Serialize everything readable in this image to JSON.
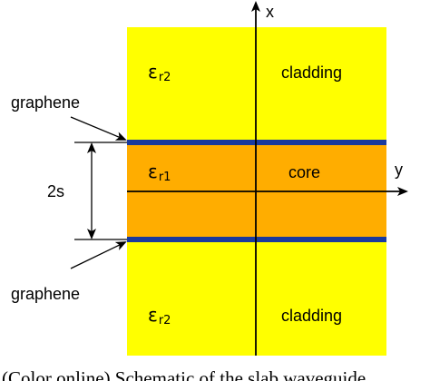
{
  "diagram": {
    "top_region": {
      "permittivity_symbol": "ε",
      "permittivity_subscript": "r2",
      "label": "cladding"
    },
    "middle_region": {
      "permittivity_symbol": "ε",
      "permittivity_subscript": "r1",
      "label": "core"
    },
    "bottom_region": {
      "permittivity_symbol": "ε",
      "permittivity_subscript": "r2",
      "label": "cladding"
    },
    "upper_sheet_label": "graphene",
    "lower_sheet_label": "graphene",
    "thickness_label": "2s",
    "x_axis_label": "x",
    "y_axis_label": "y"
  },
  "caption": "(Color online) Schematic of the slab waveguide",
  "colors": {
    "cladding": "#ffff00",
    "core": "#ffad00",
    "graphene": "#1a3a9e",
    "axis": "#000000"
  }
}
